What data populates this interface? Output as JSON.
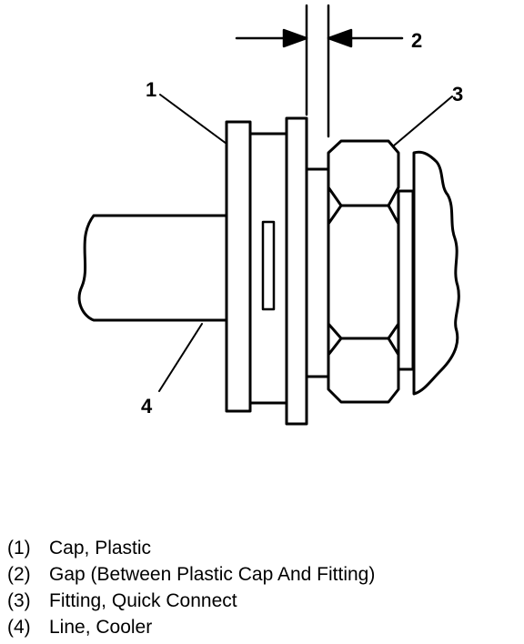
{
  "callouts": {
    "cap": "1",
    "gap": "2",
    "fitting": "3",
    "line": "4"
  },
  "legend": [
    {
      "num": "(1)",
      "text": "Cap, Plastic"
    },
    {
      "num": "(2)",
      "text": "Gap (Between Plastic Cap And Fitting)"
    },
    {
      "num": "(3)",
      "text": "Fitting, Quick Connect"
    },
    {
      "num": "(4)",
      "text": "Line, Cooler"
    }
  ]
}
